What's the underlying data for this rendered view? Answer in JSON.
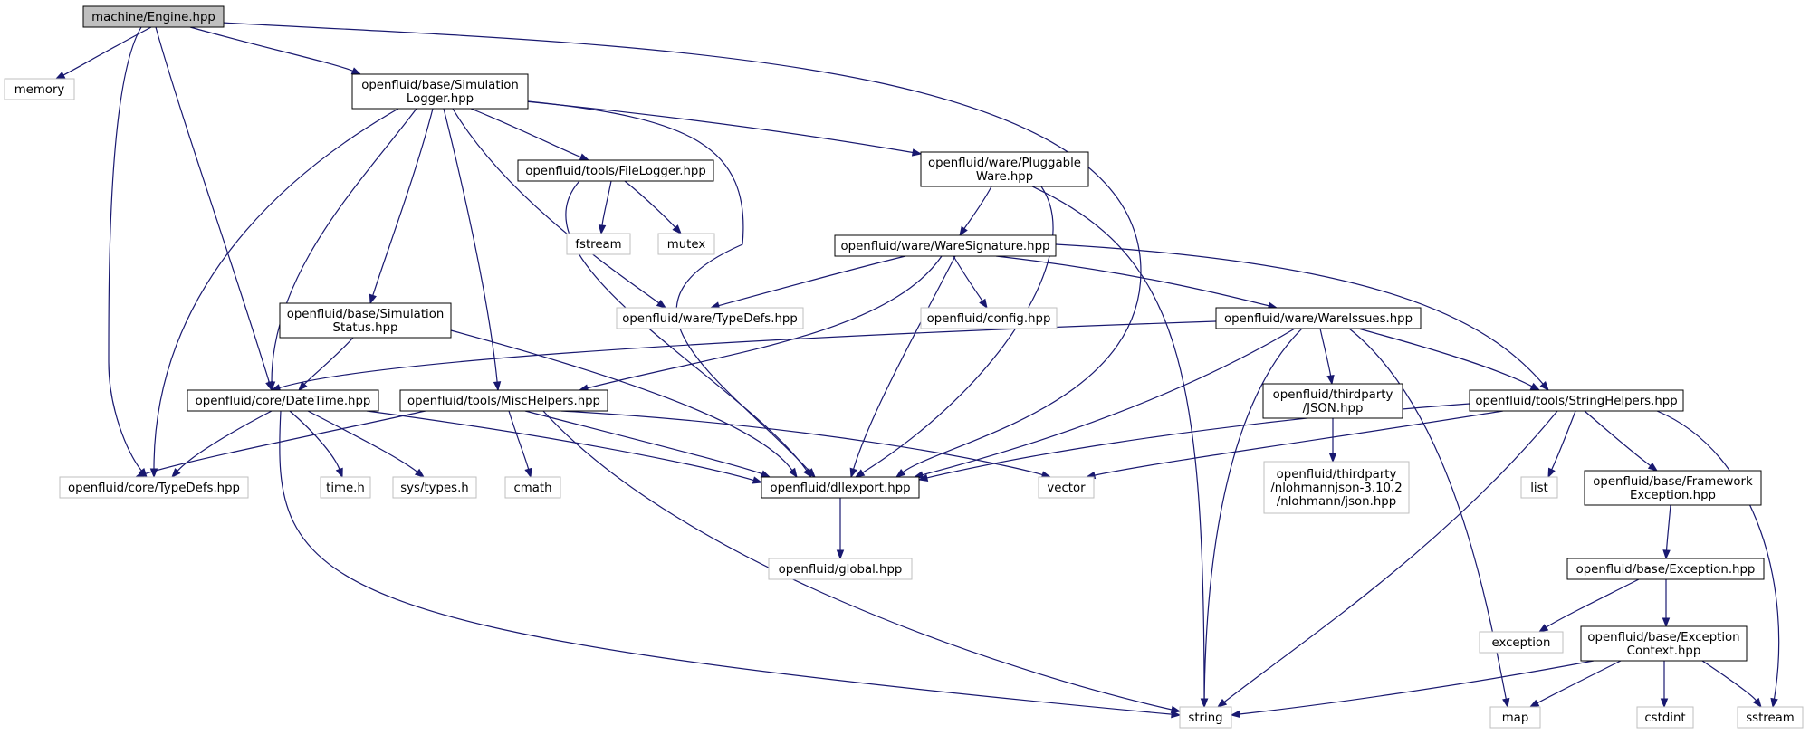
{
  "colors": {
    "edge": "#191970",
    "root_fill": "#bfbfbf",
    "local_border": "#000000",
    "system_border": "#bfbfbf"
  },
  "nodes": {
    "engine": {
      "kind": "root",
      "lines": [
        "machine/Engine.hpp"
      ]
    },
    "memory": {
      "kind": "system",
      "lines": [
        "memory"
      ]
    },
    "simlogger": {
      "kind": "local",
      "lines": [
        "openfluid/base/Simulation",
        "Logger.hpp"
      ]
    },
    "filelogger": {
      "kind": "local",
      "lines": [
        "openfluid/tools/FileLogger.hpp"
      ]
    },
    "fstream": {
      "kind": "system",
      "lines": [
        "fstream"
      ]
    },
    "mutex": {
      "kind": "system",
      "lines": [
        "mutex"
      ]
    },
    "pluggable": {
      "kind": "local",
      "lines": [
        "openfluid/ware/Pluggable",
        "Ware.hpp"
      ]
    },
    "waresig": {
      "kind": "local",
      "lines": [
        "openfluid/ware/WareSignature.hpp"
      ]
    },
    "waretypedefs": {
      "kind": "system",
      "lines": [
        "openfluid/ware/TypeDefs.hpp"
      ]
    },
    "config": {
      "kind": "system",
      "lines": [
        "openfluid/config.hpp"
      ]
    },
    "wareissues": {
      "kind": "local",
      "lines": [
        "openfluid/ware/WareIssues.hpp"
      ]
    },
    "simstatus": {
      "kind": "local",
      "lines": [
        "openfluid/base/Simulation",
        "Status.hpp"
      ]
    },
    "datetime": {
      "kind": "local",
      "lines": [
        "openfluid/core/DateTime.hpp"
      ]
    },
    "mischelpers": {
      "kind": "local",
      "lines": [
        "openfluid/tools/MiscHelpers.hpp"
      ]
    },
    "json": {
      "kind": "local",
      "lines": [
        "openfluid/thirdparty",
        "/JSON.hpp"
      ]
    },
    "stringhelpers": {
      "kind": "local",
      "lines": [
        "openfluid/tools/StringHelpers.hpp"
      ]
    },
    "coretypedefs": {
      "kind": "system",
      "lines": [
        "openfluid/core/TypeDefs.hpp"
      ]
    },
    "timeh": {
      "kind": "system",
      "lines": [
        "time.h"
      ]
    },
    "systypes": {
      "kind": "system",
      "lines": [
        "sys/types.h"
      ]
    },
    "cmath": {
      "kind": "system",
      "lines": [
        "cmath"
      ]
    },
    "dllexport": {
      "kind": "local",
      "lines": [
        "openfluid/dllexport.hpp"
      ]
    },
    "vector": {
      "kind": "system",
      "lines": [
        "vector"
      ]
    },
    "nlohmann": {
      "kind": "system",
      "lines": [
        "openfluid/thirdparty",
        "/nlohmannjson-3.10.2",
        "/nlohmann/json.hpp"
      ]
    },
    "list": {
      "kind": "system",
      "lines": [
        "list"
      ]
    },
    "fwexception": {
      "kind": "local",
      "lines": [
        "openfluid/base/Framework",
        "Exception.hpp"
      ]
    },
    "global": {
      "kind": "system",
      "lines": [
        "openfluid/global.hpp"
      ]
    },
    "exceptionhpp": {
      "kind": "local",
      "lines": [
        "openfluid/base/Exception.hpp"
      ]
    },
    "exception": {
      "kind": "system",
      "lines": [
        "exception"
      ]
    },
    "exccontext": {
      "kind": "local",
      "lines": [
        "openfluid/base/Exception",
        "Context.hpp"
      ]
    },
    "string": {
      "kind": "system",
      "lines": [
        "string"
      ]
    },
    "map": {
      "kind": "system",
      "lines": [
        "map"
      ]
    },
    "cstdint": {
      "kind": "system",
      "lines": [
        "cstdint"
      ]
    },
    "sstream": {
      "kind": "system",
      "lines": [
        "sstream"
      ]
    }
  },
  "edges": [
    [
      "engine",
      "memory"
    ],
    [
      "engine",
      "simlogger"
    ],
    [
      "engine",
      "dllexport"
    ],
    [
      "engine",
      "coretypedefs"
    ],
    [
      "engine",
      "datetime"
    ],
    [
      "simlogger",
      "filelogger"
    ],
    [
      "simlogger",
      "pluggable"
    ],
    [
      "simlogger",
      "simstatus"
    ],
    [
      "simlogger",
      "datetime"
    ],
    [
      "simlogger",
      "coretypedefs"
    ],
    [
      "simlogger",
      "mischelpers"
    ],
    [
      "simlogger",
      "waretypedefs"
    ],
    [
      "simlogger",
      "dllexport"
    ],
    [
      "filelogger",
      "fstream"
    ],
    [
      "filelogger",
      "mutex"
    ],
    [
      "filelogger",
      "dllexport"
    ],
    [
      "pluggable",
      "waresig"
    ],
    [
      "pluggable",
      "dllexport"
    ],
    [
      "pluggable",
      "string"
    ],
    [
      "waresig",
      "waretypedefs"
    ],
    [
      "waresig",
      "config"
    ],
    [
      "waresig",
      "wareissues"
    ],
    [
      "waresig",
      "stringhelpers"
    ],
    [
      "waresig",
      "mischelpers"
    ],
    [
      "waresig",
      "dllexport"
    ],
    [
      "wareissues",
      "datetime"
    ],
    [
      "wareissues",
      "json"
    ],
    [
      "wareissues",
      "stringhelpers"
    ],
    [
      "wareissues",
      "dllexport"
    ],
    [
      "wareissues",
      "string"
    ],
    [
      "wareissues",
      "map"
    ],
    [
      "simstatus",
      "datetime"
    ],
    [
      "simstatus",
      "dllexport"
    ],
    [
      "datetime",
      "coretypedefs"
    ],
    [
      "datetime",
      "timeh"
    ],
    [
      "datetime",
      "systypes"
    ],
    [
      "datetime",
      "dllexport"
    ],
    [
      "datetime",
      "string"
    ],
    [
      "mischelpers",
      "coretypedefs"
    ],
    [
      "mischelpers",
      "cmath"
    ],
    [
      "mischelpers",
      "dllexport"
    ],
    [
      "mischelpers",
      "vector"
    ],
    [
      "mischelpers",
      "string"
    ],
    [
      "json",
      "nlohmann"
    ],
    [
      "stringhelpers",
      "dllexport"
    ],
    [
      "stringhelpers",
      "vector"
    ],
    [
      "stringhelpers",
      "list"
    ],
    [
      "stringhelpers",
      "fwexception"
    ],
    [
      "stringhelpers",
      "string"
    ],
    [
      "stringhelpers",
      "sstream"
    ],
    [
      "dllexport",
      "global"
    ],
    [
      "fwexception",
      "exceptionhpp"
    ],
    [
      "exceptionhpp",
      "exception"
    ],
    [
      "exceptionhpp",
      "exccontext"
    ],
    [
      "exccontext",
      "string"
    ],
    [
      "exccontext",
      "map"
    ],
    [
      "exccontext",
      "cstdint"
    ],
    [
      "exccontext",
      "sstream"
    ]
  ]
}
